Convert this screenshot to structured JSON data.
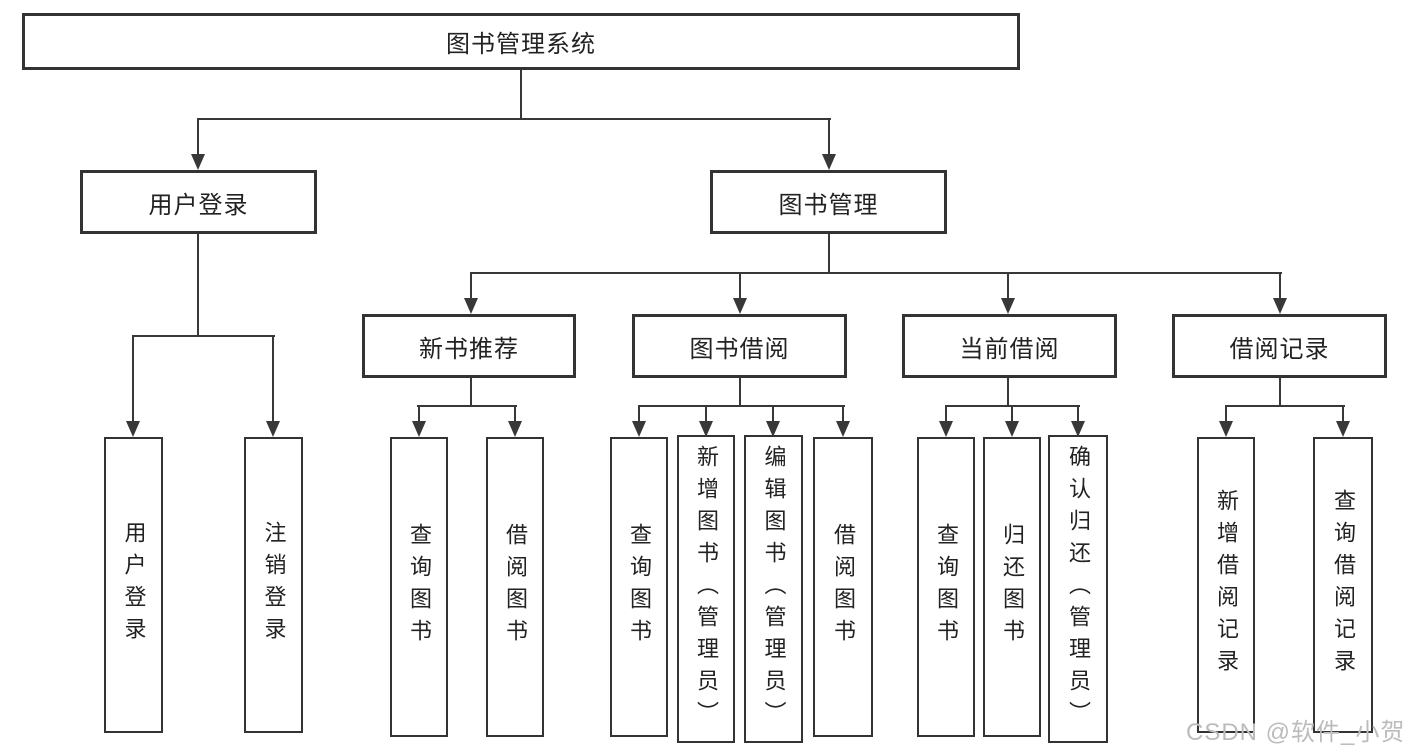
{
  "diagram_title": "图书管理系统",
  "tree": {
    "root": "图书管理系统",
    "branches": [
      {
        "label": "用户登录",
        "children": [
          {
            "label": "用户登录"
          },
          {
            "label": "注销登录"
          }
        ]
      },
      {
        "label": "图书管理",
        "children": [
          {
            "label": "新书推荐",
            "children": [
              {
                "label": "查询图书"
              },
              {
                "label": "借阅图书"
              }
            ]
          },
          {
            "label": "图书借阅",
            "children": [
              {
                "label": "查询图书"
              },
              {
                "label": "新增图书（管理员）"
              },
              {
                "label": "编辑图书（管理员）"
              },
              {
                "label": "借阅图书"
              }
            ]
          },
          {
            "label": "当前借阅",
            "children": [
              {
                "label": "查询图书"
              },
              {
                "label": "归还图书"
              },
              {
                "label": "确认归还（管理员）"
              }
            ]
          },
          {
            "label": "借阅记录",
            "children": [
              {
                "label": "新增借阅记录"
              },
              {
                "label": "查询借阅记录"
              }
            ]
          }
        ]
      }
    ]
  },
  "watermark": "CSDN @软件_小贺同学",
  "colors": {
    "line": "#383838",
    "border": "#333333",
    "text": "#222222",
    "watermark": "#bcbcbc",
    "background": "#ffffff"
  }
}
